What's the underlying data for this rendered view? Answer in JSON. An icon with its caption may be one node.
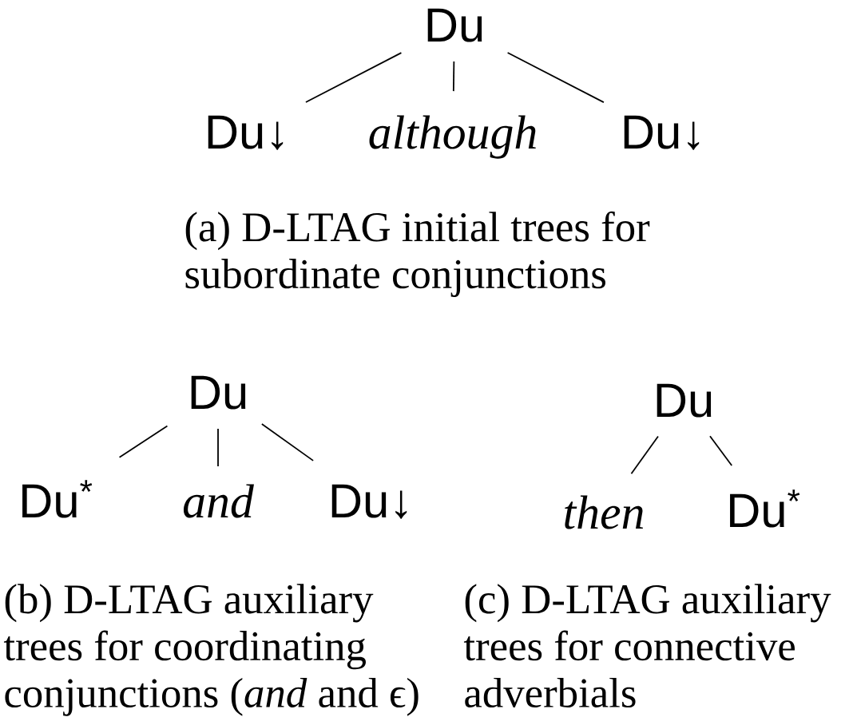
{
  "diagram": {
    "nodes": [
      {
        "text": [
          "Du"
        ]
      },
      {
        "text": [
          "Du↓"
        ]
      },
      {
        "text": [
          "although"
        ]
      },
      {
        "text": [
          "Du↓"
        ]
      },
      {
        "text": [
          "Du"
        ]
      },
      {
        "text": [
          "Du$^{*}$"
        ]
      },
      {
        "text": [
          "and"
        ]
      },
      {
        "text": [
          "Du↓"
        ]
      },
      {
        "text": [
          "Du"
        ]
      },
      {
        "text": [
          "then"
        ]
      },
      {
        "text": [
          "Du$^{*}$"
        ]
      }
    ],
    "edges": [
      {
        "from": 0,
        "to": 1,
        "arrow": "none"
      },
      {
        "from": 0,
        "to": 2,
        "arrow": "none"
      },
      {
        "from": 0,
        "to": 3,
        "arrow": "none"
      },
      {
        "from": 4,
        "to": 5,
        "arrow": "none"
      },
      {
        "from": 4,
        "to": 6,
        "arrow": "none"
      },
      {
        "from": 4,
        "to": 7,
        "arrow": "none"
      },
      {
        "from": 8,
        "to": 9,
        "arrow": "none"
      },
      {
        "from": 8,
        "to": 10,
        "arrow": "none"
      }
    ],
    "labels": [
      "(a) D-LTAG initial trees for subordinate conjunctions",
      "(b) D-LTAG auxiliary trees for coordinating conjunctions (*and* and ϵ)",
      "(c) D-LTAG auxiliary trees for connective adverbials"
    ]
  }
}
